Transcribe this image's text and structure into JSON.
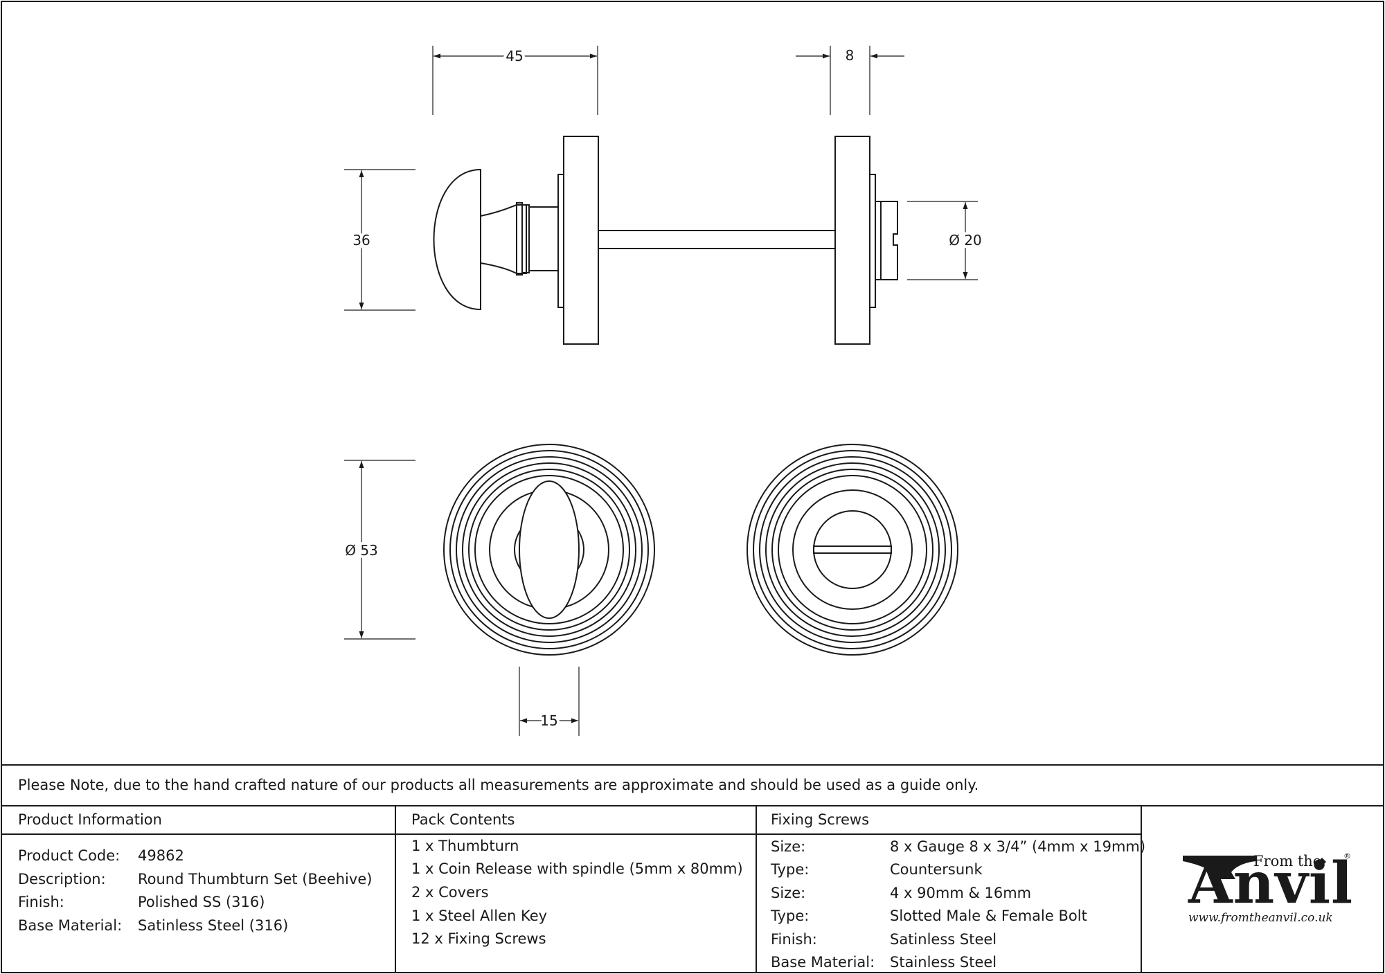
{
  "dimensions": {
    "width_45": "45",
    "depth_8": "8",
    "height_36": "36",
    "bolt_dia": "Ø 20",
    "rose_dia": "Ø 53",
    "turn_width": "15"
  },
  "note": "Please Note, due to the hand crafted nature of our products all measurements are approximate and should be used as a guide only.",
  "product_info": {
    "heading": "Product Information",
    "rows": [
      {
        "label": "Product Code:",
        "value": "49862"
      },
      {
        "label": "Description:",
        "value": "Round Thumbturn Set (Beehive)"
      },
      {
        "label": "Finish:",
        "value": "Polished SS (316)"
      },
      {
        "label": "Base Material:",
        "value": "Satinless Steel (316)"
      }
    ]
  },
  "pack_contents": {
    "heading": "Pack Contents",
    "items": [
      "1 x Thumbturn",
      "1 x Coin Release with spindle (5mm x 80mm)",
      "2 x Covers",
      "1 x Steel Allen Key",
      "12 x Fixing Screws"
    ]
  },
  "fixing_screws": {
    "heading": "Fixing Screws",
    "rows": [
      {
        "label": "Size:",
        "value": "8 x Gauge 8 x 3/4” (4mm x 19mm)"
      },
      {
        "label": "Type:",
        "value": "Countersunk"
      },
      {
        "label": "Size:",
        "value": "4 x 90mm & 16mm"
      },
      {
        "label": "Type:",
        "value": "Slotted Male & Female Bolt"
      },
      {
        "label": "Finish:",
        "value": "Satinless Steel"
      },
      {
        "label": "Base Material:",
        "value": "Stainless Steel"
      }
    ]
  },
  "logo": {
    "from_the": "From the",
    "anvil": "Anvil",
    "reg": "®",
    "url": "www.fromtheanvil.co.uk"
  },
  "colors": {
    "line": "#1a1a1a",
    "background": "#ffffff"
  }
}
